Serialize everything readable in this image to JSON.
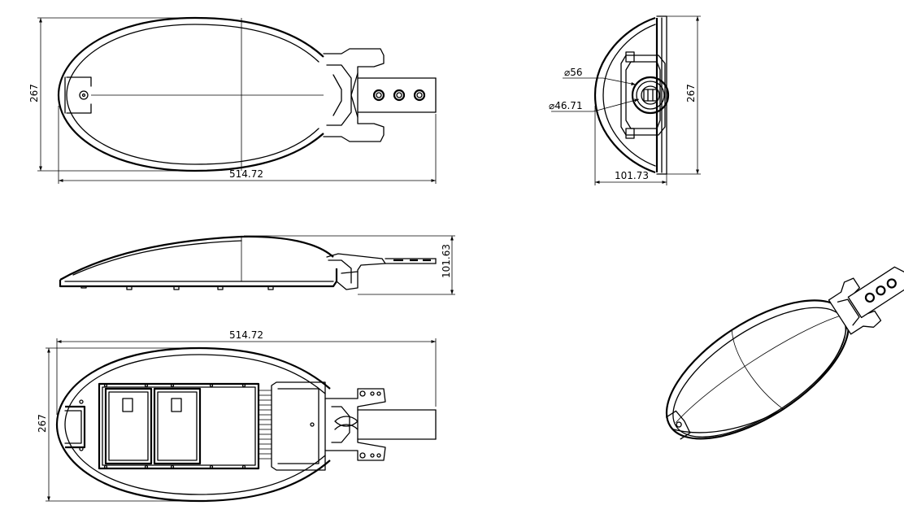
{
  "dimensions": {
    "top_length": "514.72",
    "top_width": "267",
    "side_right_dia_outer": "⌀56",
    "side_right_dia_inner": "⌀46.71",
    "side_right_height": "267",
    "side_right_depth": "101.73",
    "side_height": "101.63",
    "bottom_length": "514.72",
    "bottom_width": "267"
  },
  "colors": {
    "line": "#000000",
    "background": "#ffffff"
  }
}
